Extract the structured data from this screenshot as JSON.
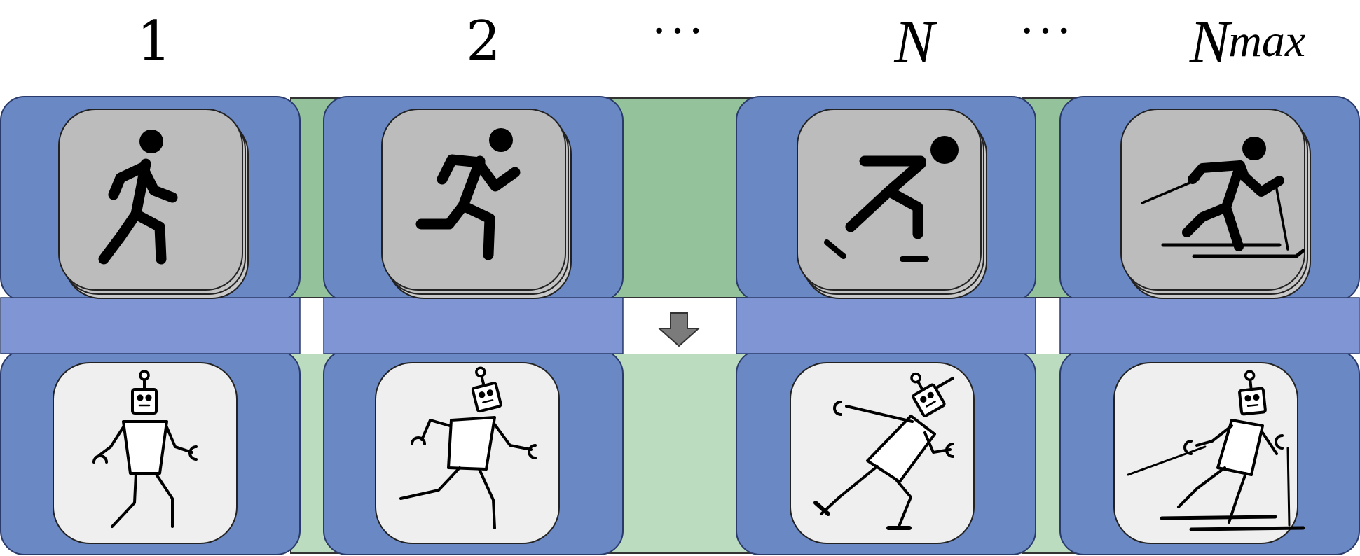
{
  "header": {
    "col1": "1",
    "col2": "2",
    "dots1": "···",
    "colN": "N",
    "dots2": "···",
    "colNmax_base": "N",
    "colNmax_sub": "max"
  },
  "columns": [
    {
      "human_icon": "walking-person-icon",
      "robot_icon": "walking-robot-icon"
    },
    {
      "human_icon": "running-person-icon",
      "robot_icon": "running-robot-icon"
    },
    {
      "human_icon": "skating-person-icon",
      "robot_icon": "skating-robot-icon"
    },
    {
      "human_icon": "skiing-person-icon",
      "robot_icon": "skiing-robot-icon"
    }
  ],
  "colors": {
    "panel_blue": "#6a88c4",
    "middle_band": "#7f95d4",
    "green_top": "#94c39b",
    "green_bottom": "#bcdcbf",
    "human_card": "#bcbcbc",
    "robot_card": "#efefef",
    "arrow": "#7b7b7b"
  }
}
